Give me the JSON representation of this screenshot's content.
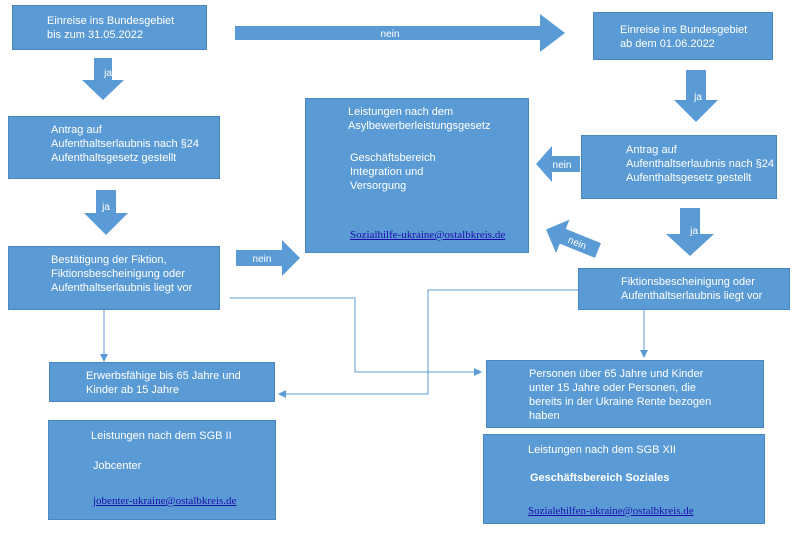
{
  "colors": {
    "box": "#5b9bd5",
    "line": "#5b9bd5",
    "link": "#1a0dab"
  },
  "boxes": {
    "entry_before": "Einreise ins Bundesgebiet\nbis zum 31.05.2022",
    "entry_after": "Einreise ins Bundesgebiet\nab dem 01.06.2022",
    "application_left": "Antrag auf\nAufenthaltserlaubnis nach §24\nAufenthaltsgesetz gestellt",
    "application_right": "Antrag auf\nAufenthaltserlaubnis nach §24\nAufenthaltsgesetz gestellt",
    "confirmation_left": "Bestätigung der Fiktion,\nFiktionsbescheinigung oder\nAufenthaltserlaubnis liegt vor",
    "confirmation_right": "Fiktionsbescheinigung oder\nAufenthaltserlaubnis liegt vor",
    "asylum": {
      "heading": "Leistungen nach dem\nAsylbewerberleistungsgesetz",
      "department": "Geschäftsbereich\nIntegration und\nVersorgung",
      "email": "Sozialhilfe-ukraine@ostalbkreis.de"
    },
    "employable": "Erwerbsfähige bis 65 Jahre und\nKinder ab 15 Jahre",
    "seniors": "Personen über 65 Jahre und Kinder\nunter 15 Jahre oder Personen, die\nbereits in der Ukraine Rente bezogen\nhaben",
    "sgb2": {
      "heading": "Leistungen nach dem SGB II",
      "department": "Jobcenter",
      "email": "jobenter-ukraine@ostalbkreis.de"
    },
    "sgb12": {
      "heading": "Leistungen nach dem SGB XII",
      "department": "Geschäftsbereich Soziales",
      "email": "Sozialehilfen-ukraine@ostalbkreis.de"
    }
  },
  "arrows": {
    "yes": "ja",
    "no": "nein"
  }
}
